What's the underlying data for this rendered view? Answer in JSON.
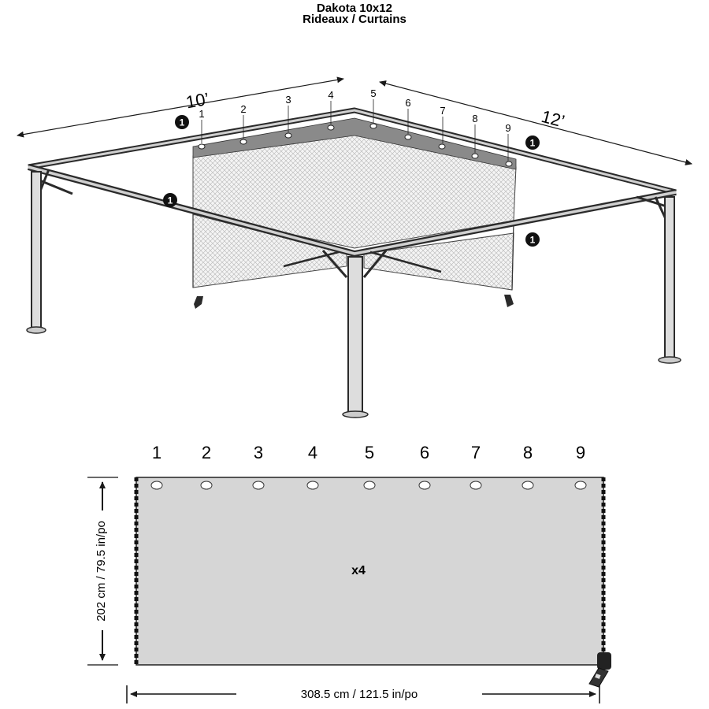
{
  "title": {
    "line1": "Dakota 10x12",
    "line2": "Rideaux / Curtains"
  },
  "gazebo": {
    "side_left_label": "10’",
    "side_right_label": "12’",
    "grommet_numbers": [
      "1",
      "2",
      "3",
      "4",
      "5",
      "6",
      "7",
      "8",
      "9"
    ],
    "callout_label": "1"
  },
  "curtain": {
    "grommet_numbers": [
      "1",
      "2",
      "3",
      "4",
      "5",
      "6",
      "7",
      "8",
      "9"
    ],
    "quantity_label": "x4",
    "height_label": "202 cm / 79.5 in/po",
    "width_label": "308.5 cm / 121.5 in/po"
  },
  "colors": {
    "frame": "#2a2a2a",
    "panel": "#d6d6d6",
    "mesh": "#efefef",
    "band": "#8a8a8a"
  }
}
